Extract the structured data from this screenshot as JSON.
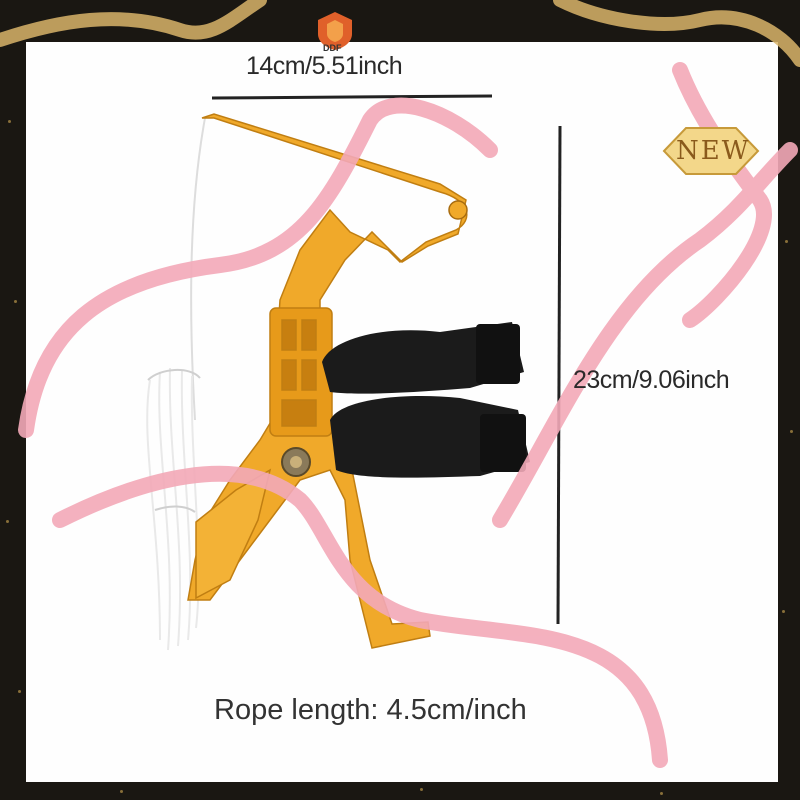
{
  "brand": {
    "logo_text": "DDF"
  },
  "badge": {
    "text": "NEW"
  },
  "dimensions": {
    "width_label": "14cm/5.51inch",
    "height_label": "23cm/9.06inch"
  },
  "rope": {
    "label": "Rope length: 4.5cm/inch"
  },
  "colors": {
    "product": "#f0a92a",
    "strap": "#1b1b1b",
    "ribbon": "#f3a9b8",
    "frame": "#1a1712",
    "gold": "#d9b46a"
  }
}
